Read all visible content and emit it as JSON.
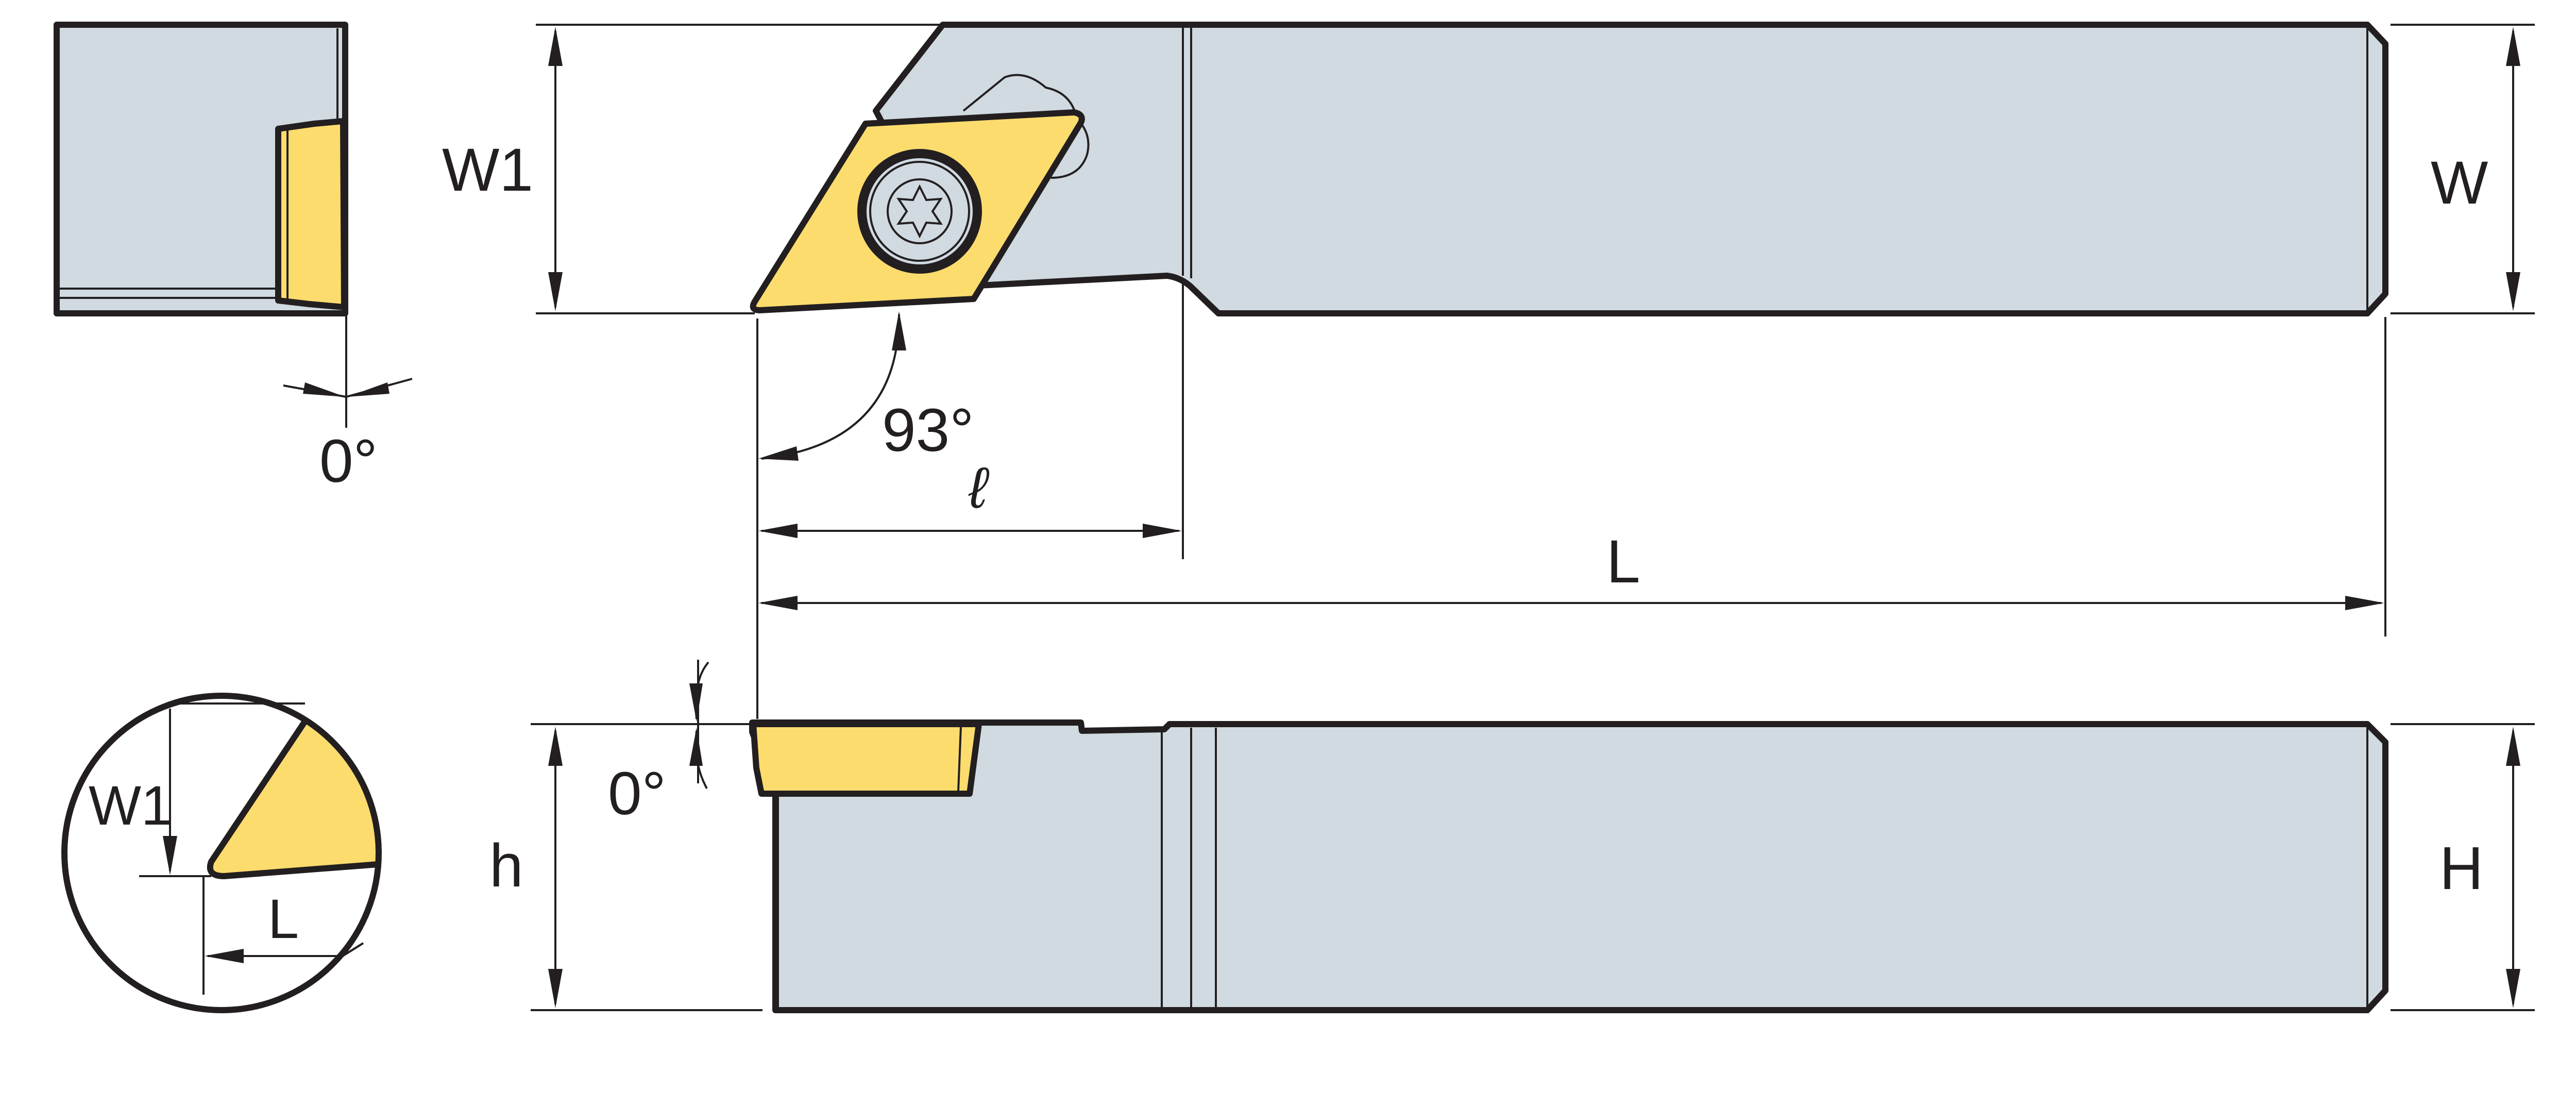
{
  "labels": {
    "top_w1": "W1",
    "top_w": "W",
    "angle_93": "93°",
    "ell": "ℓ",
    "length_L": "L",
    "end_angle": "0°",
    "side_angle": "0°",
    "side_h": "h",
    "side_H": "H",
    "detail_w1": "W1",
    "detail_L": "L"
  },
  "colors": {
    "body": "#d0dae0",
    "insert": "#fddc6e",
    "line": "#231f20"
  }
}
